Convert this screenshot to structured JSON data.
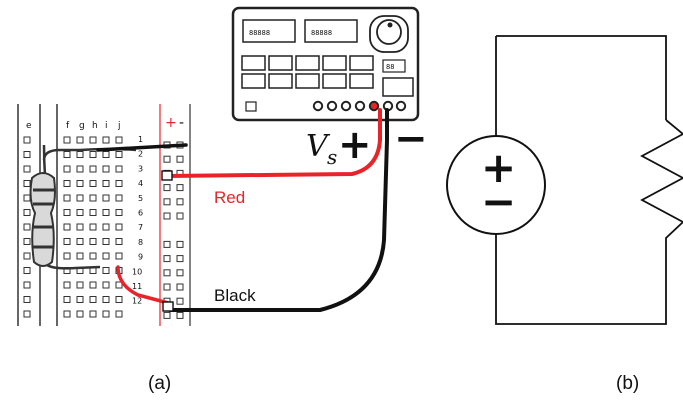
{
  "breadboard": {
    "col_left": "e",
    "cols_right": [
      "f",
      "g",
      "h",
      "i",
      "j"
    ],
    "rail_plus": "+",
    "rail_minus": "-",
    "rows": [
      "1",
      "2",
      "3",
      "4",
      "5",
      "6",
      "7",
      "8",
      "9",
      "10",
      "11",
      "12"
    ]
  },
  "supply": {
    "display_left": "88888",
    "display_right": "88888",
    "vs_symbol": "V",
    "vs_subscript": "s",
    "plus_sign": "+",
    "minus_sign": "−",
    "dots": "88"
  },
  "wires": {
    "red_label": "Red",
    "black_label": "Black",
    "red_color": "#e8242a",
    "black_color": "#111111"
  },
  "schematic": {
    "source_plus": "+",
    "source_minus": "−"
  },
  "captions": {
    "a": "(a)",
    "b": "(b)"
  }
}
